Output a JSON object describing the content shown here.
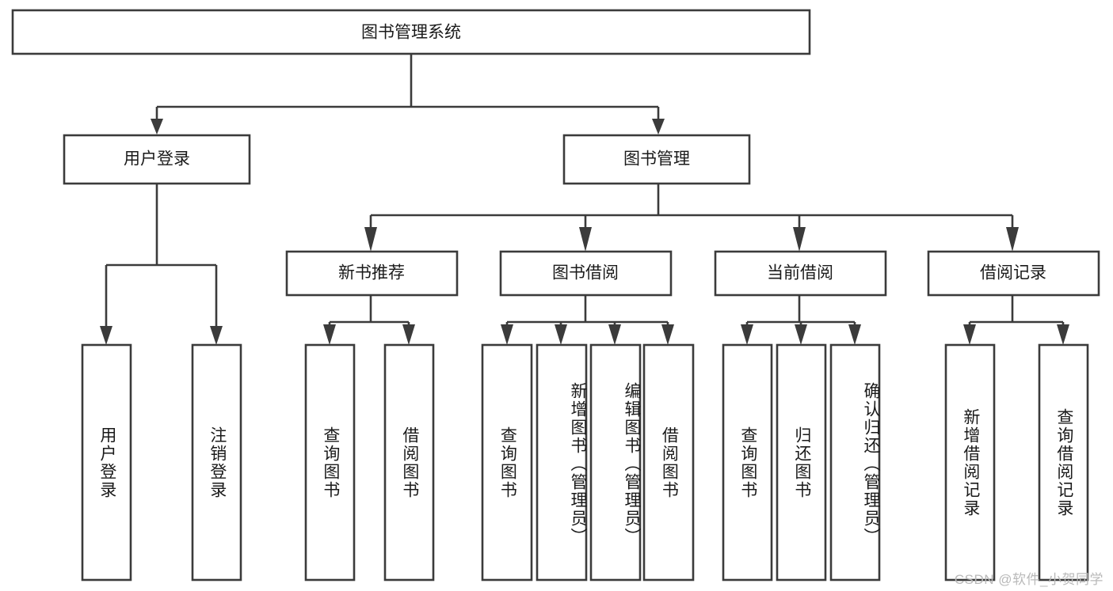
{
  "diagram": {
    "title": "图书管理系统",
    "type": "hierarchy-tree",
    "orientation": "top-down",
    "root": {
      "label": "图书管理系统"
    },
    "level2": [
      {
        "label": "用户登录"
      },
      {
        "label": "图书管理"
      }
    ],
    "level3": [
      {
        "label": "新书推荐"
      },
      {
        "label": "图书借阅"
      },
      {
        "label": "当前借阅"
      },
      {
        "label": "借阅记录"
      }
    ],
    "leaves": {
      "user_login": [
        {
          "label": "用户登录"
        },
        {
          "label": "注销登录"
        }
      ],
      "new_book_recommend": [
        {
          "label": "查询图书"
        },
        {
          "label": "借阅图书"
        }
      ],
      "book_borrow": [
        {
          "label": "查询图书"
        },
        {
          "label": "新增图书（管理员）"
        },
        {
          "label": "编辑图书（管理员）"
        },
        {
          "label": "借阅图书"
        }
      ],
      "current_borrow": [
        {
          "label": "查询图书"
        },
        {
          "label": "归还图书"
        },
        {
          "label": "确认归还（管理员）"
        }
      ],
      "borrow_record": [
        {
          "label": "新增借阅记录"
        },
        {
          "label": "查询借阅记录"
        }
      ]
    },
    "colors": {
      "box_stroke": "#3b3b3b",
      "box_fill": "#ffffff",
      "text": "#1a1a1a",
      "background": "#ffffff",
      "watermark": "#b9b9b9"
    }
  },
  "watermark": {
    "text": "CSDN @软件_小贺同学"
  }
}
